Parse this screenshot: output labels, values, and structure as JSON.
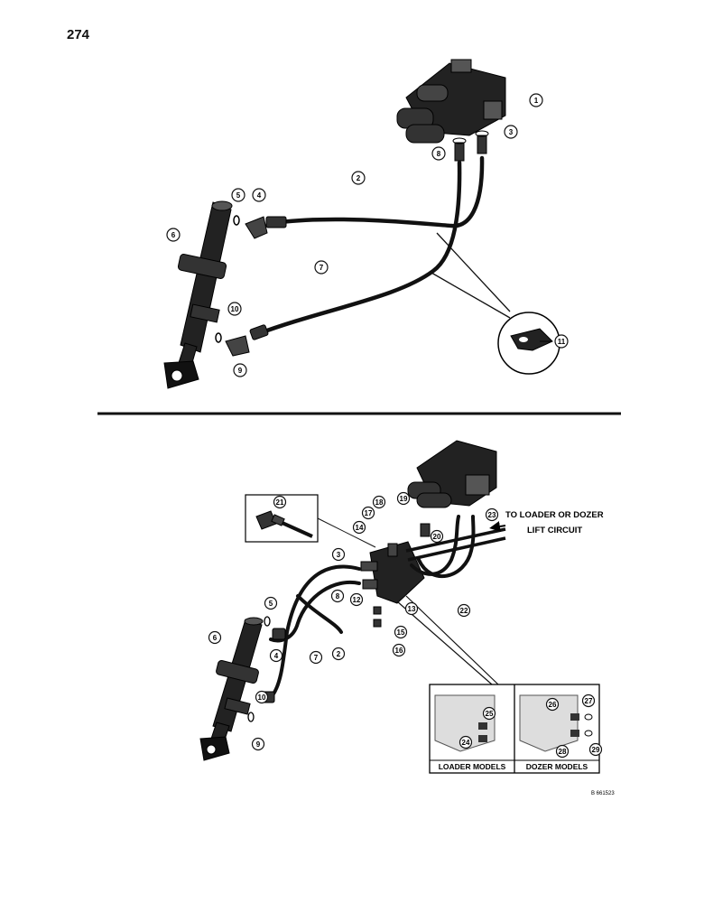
{
  "page_number": "274",
  "top_callouts": [
    "1",
    "2",
    "3",
    "4",
    "5",
    "6",
    "7",
    "8",
    "9",
    "10",
    "11"
  ],
  "bottom_callouts": [
    "2",
    "3",
    "4",
    "5",
    "6",
    "7",
    "8",
    "9",
    "10",
    "12",
    "13",
    "14",
    "15",
    "16",
    "17",
    "18",
    "19",
    "20",
    "21",
    "22",
    "23",
    "24",
    "25",
    "26",
    "27",
    "28",
    "29"
  ],
  "annotation": {
    "line1": "TO LOADER OR DOZER",
    "line2": "LIFT CIRCUIT"
  },
  "inset_captions": {
    "loader": "LOADER MODELS",
    "dozer": "DOZER MODELS"
  },
  "figure_code": "B 661523"
}
